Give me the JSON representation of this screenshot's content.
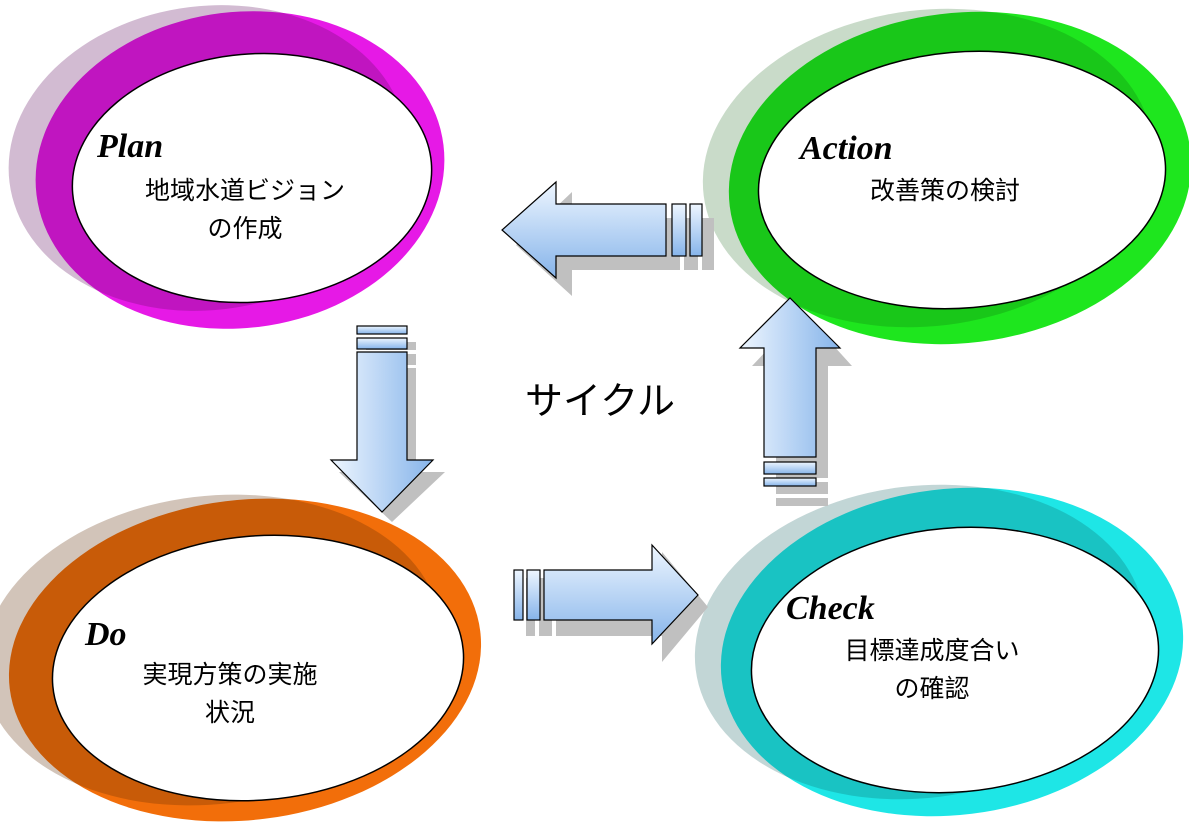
{
  "phases": {
    "plan": {
      "title": "Plan",
      "lines": [
        "地域水道ビジョン",
        "の作成"
      ],
      "color": "#e619e6"
    },
    "action": {
      "title": "Action",
      "lines": [
        "改善策の検討"
      ],
      "color": "#1ee61e"
    },
    "do": {
      "title": "Do",
      "lines": [
        "実現方策の実施",
        "状況"
      ],
      "color": "#f26e0a"
    },
    "check": {
      "title": "Check",
      "lines": [
        "目標達成度合い",
        "の確認"
      ],
      "color": "#1ee6e6"
    }
  },
  "center_label": "サイクル",
  "arrow_colors": {
    "light": "#eef6ff",
    "dark": "#86b4ea",
    "shadow": "#c0c0c0"
  }
}
